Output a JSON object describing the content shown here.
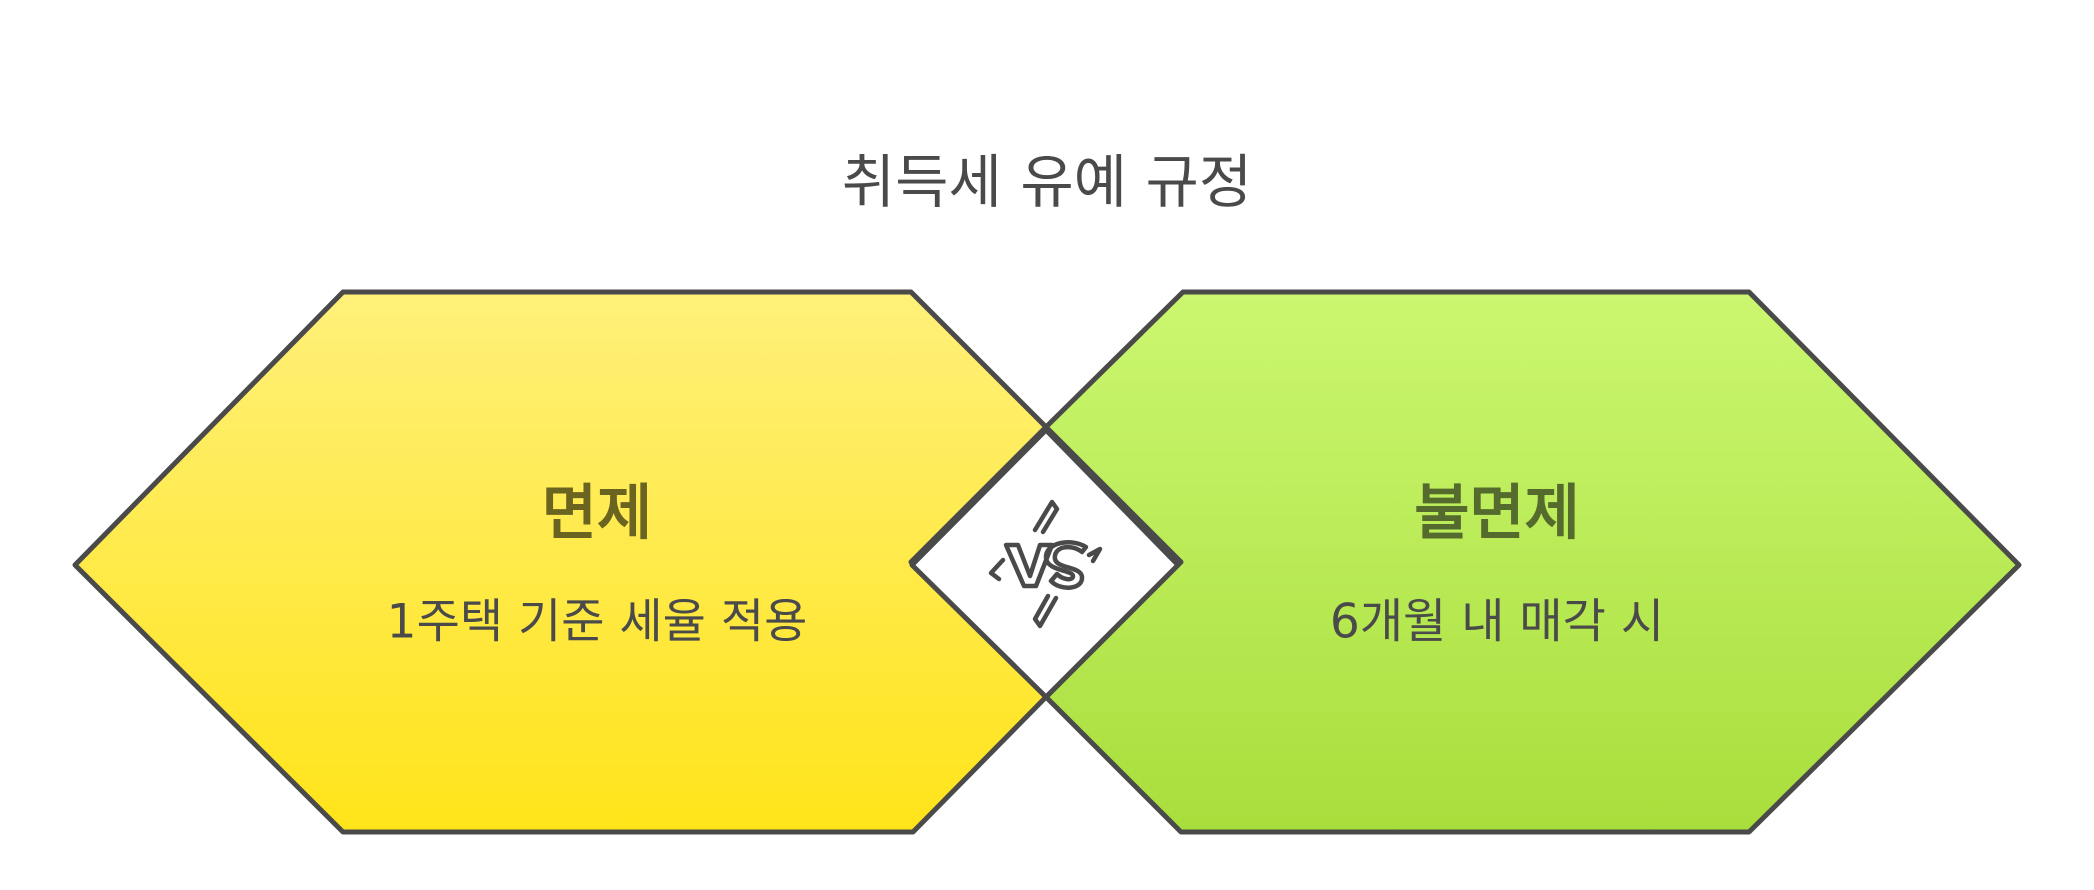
{
  "diagram": {
    "title": "취득세 유예 규정",
    "left": {
      "title": "면제",
      "description": "1주택 기준 세율 적용"
    },
    "right": {
      "title": "불면제",
      "description": "6개월 내 매각 시"
    },
    "vs_icon": "vs-lightning-icon"
  },
  "colors": {
    "left_fill_top": "#fff07a",
    "left_fill_bottom": "#ffe419",
    "right_fill_top": "#cbf770",
    "right_fill_bottom": "#a8de3c",
    "outline": "#4a4a4a",
    "left_title_text": "#6b6420",
    "right_title_text": "#556b2e",
    "body_text": "#4a4a4a"
  }
}
